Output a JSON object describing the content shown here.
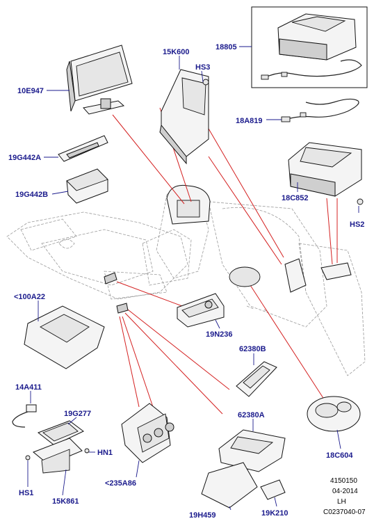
{
  "labels": {
    "l_18805": "18805",
    "l_15K600": "15K600",
    "l_HS3": "HS3",
    "l_10E947": "10E947",
    "l_18A819": "18A819",
    "l_19G442A": "19G442A",
    "l_19G442B": "19G442B",
    "l_18C852": "18C852",
    "l_HS2": "HS2",
    "l_100A22": "<100A22",
    "l_19N236": "19N236",
    "l_62380B": "62380B",
    "l_14A411": "14A411",
    "l_19G277": "19G277",
    "l_HN1": "HN1",
    "l_HS1": "HS1",
    "l_15K861": "15K861",
    "l_235A86": "<235A86",
    "l_62380A": "62380A",
    "l_18C604": "18C604",
    "l_19H459": "19H459",
    "l_19K210": "19K210"
  },
  "footer": {
    "ref": "4150150",
    "date": "04-2014",
    "side": "LH",
    "code": "C0237040-07"
  },
  "colors": {
    "callout_text": "#1a1a8c",
    "connector_line": "#d42020",
    "outline": "#111111"
  }
}
